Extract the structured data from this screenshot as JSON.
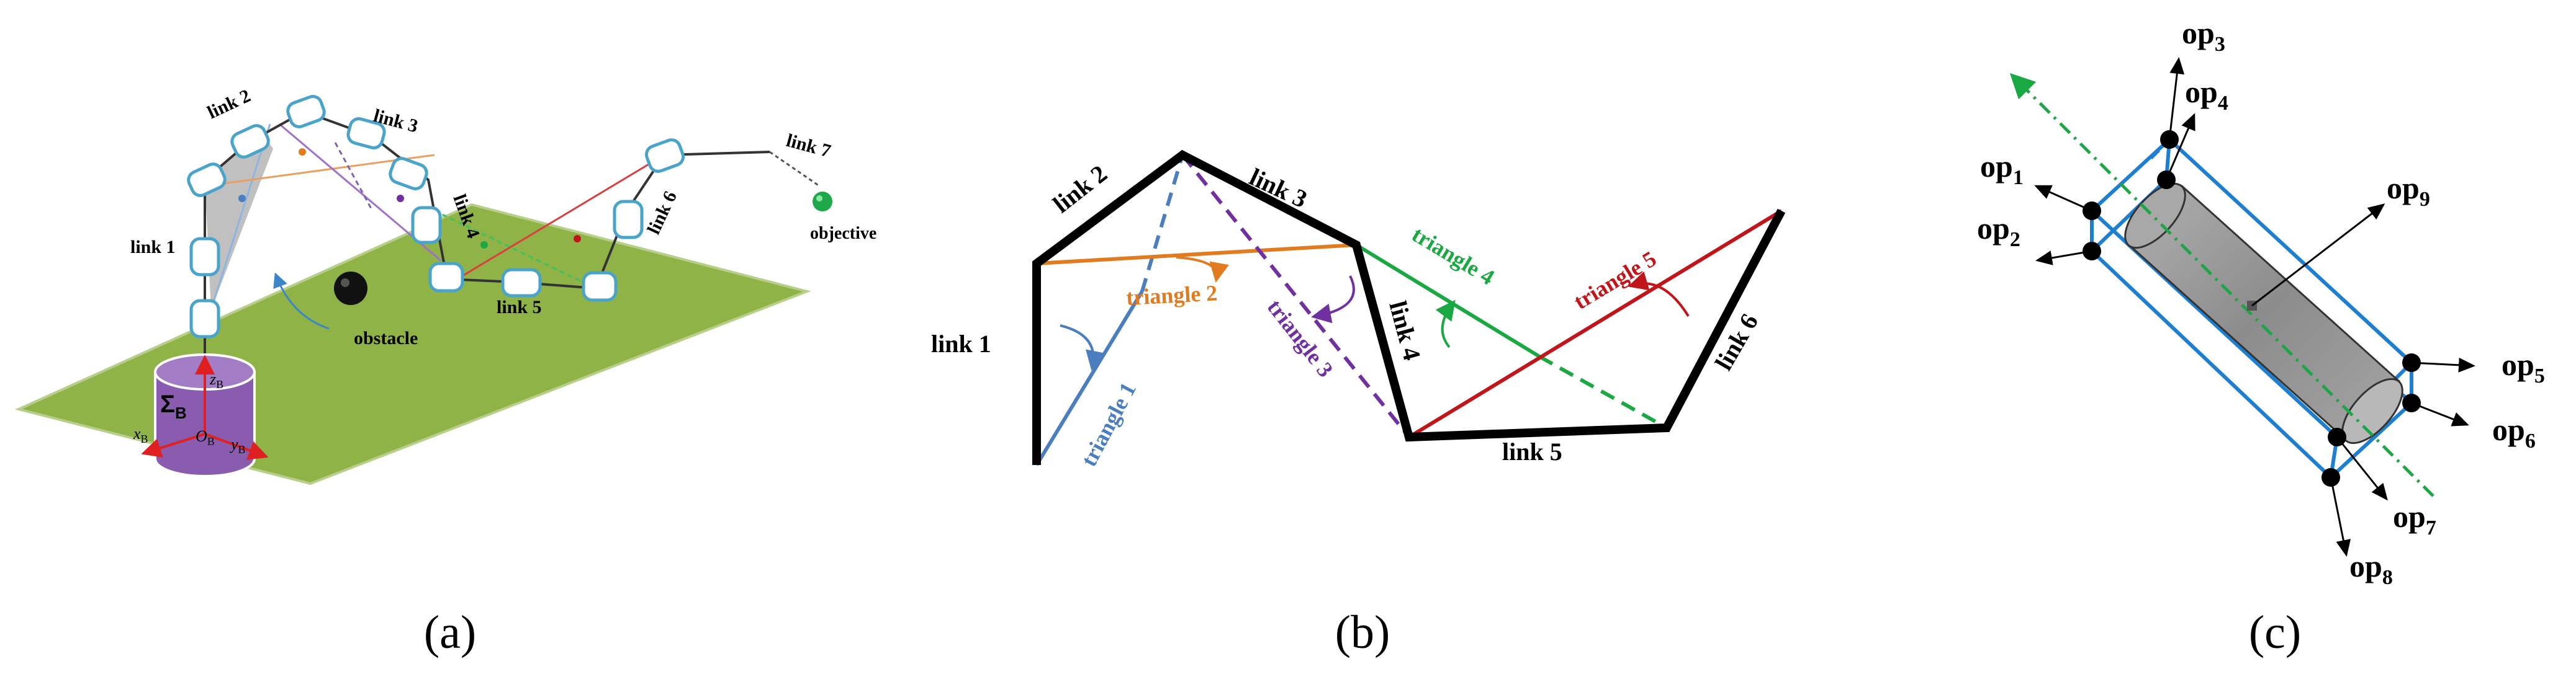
{
  "panel_a": {
    "caption": "(a)",
    "links": [
      "link 1",
      "link 2",
      "link 3",
      "link 4",
      "link 5",
      "link 6",
      "link 7"
    ],
    "obstacle": "obstacle",
    "objective": "objective",
    "frame": {
      "sigma": "Σ",
      "sigma_sub": "B",
      "z": "z",
      "x": "x",
      "y": "y",
      "o": "O",
      "sub": "B"
    },
    "colors": {
      "ground": "#8fb346",
      "base": "#8a5cb0",
      "joints": "#4aa3c9",
      "obstacle": "#111111",
      "objective": "#1fa84a"
    }
  },
  "panel_b": {
    "caption": "(b)",
    "links": [
      "link 1",
      "link 2",
      "link 3",
      "link 4",
      "link 5",
      "link 6"
    ],
    "triangles": [
      {
        "label": "triangle 1",
        "color": "#4a7ebf"
      },
      {
        "label": "triangle 2",
        "color": "#e07b20"
      },
      {
        "label": "triangle 3",
        "color": "#7030a0"
      },
      {
        "label": "triangle 4",
        "color": "#1aa842"
      },
      {
        "label": "triangle 5",
        "color": "#c0161b"
      }
    ]
  },
  "panel_c": {
    "caption": "(c)",
    "points": [
      {
        "base": "op",
        "sub": "1"
      },
      {
        "base": "op",
        "sub": "2"
      },
      {
        "base": "op",
        "sub": "3"
      },
      {
        "base": "op",
        "sub": "4"
      },
      {
        "base": "op",
        "sub": "5"
      },
      {
        "base": "op",
        "sub": "6"
      },
      {
        "base": "op",
        "sub": "7"
      },
      {
        "base": "op",
        "sub": "8"
      },
      {
        "base": "op",
        "sub": "9"
      }
    ],
    "colors": {
      "box": "#1e7fd0",
      "axis": "#1aa842",
      "cylinder": "#9a9a9a"
    }
  }
}
